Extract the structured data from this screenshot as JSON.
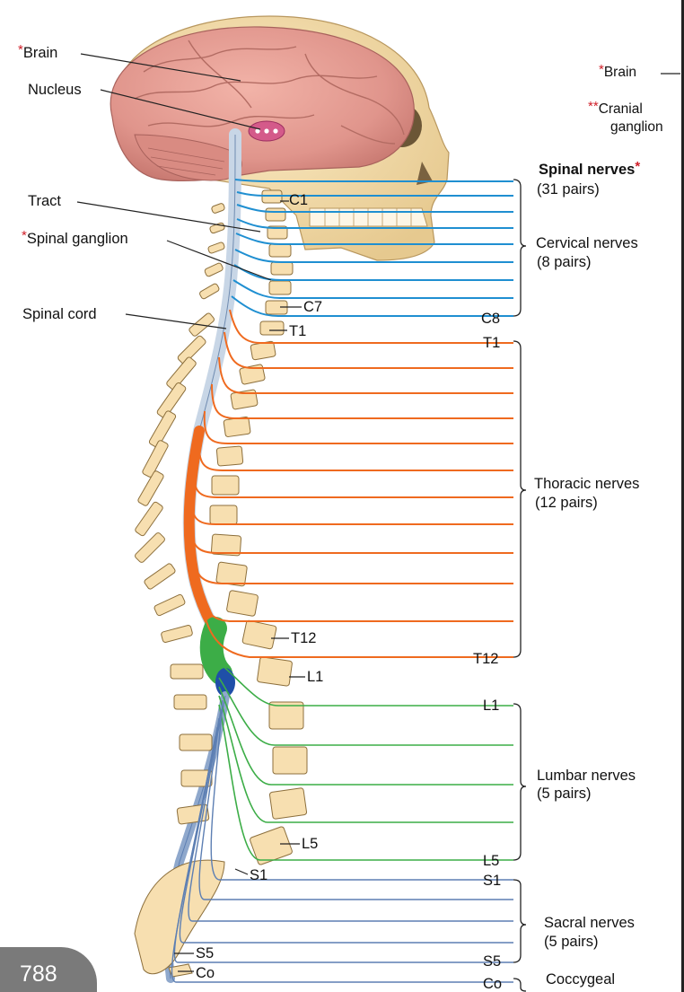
{
  "colors": {
    "cervical": "#1f8fd1",
    "thoracic": "#ef6a1f",
    "lumbar": "#3cad47",
    "sacral": "#5d7fb3",
    "star": "#d0202a",
    "bone": "#f7dfb0",
    "brain": "#e39a93"
  },
  "left_labels": {
    "brain": "Brain",
    "nucleus": "Nucleus",
    "tract": "Tract",
    "spinal_ganglion": "Spinal ganglion",
    "spinal_cord": "Spinal cord"
  },
  "right_top": {
    "brain": "Brain",
    "cranial_1": "Cranial",
    "cranial_2": "ganglion"
  },
  "groups": {
    "spinal_title": "Spinal nerves",
    "spinal_pairs": "(31 pairs)",
    "cervical_title": "Cervical nerves",
    "cervical_pairs": "(8 pairs)",
    "thoracic_title": "Thoracic nerves",
    "thoracic_pairs": "(12 pairs)",
    "lumbar_title": "Lumbar nerves",
    "lumbar_pairs": "(5 pairs)",
    "sacral_title": "Sacral nerves",
    "sacral_pairs": "(5 pairs)",
    "coccygeal_title": "Coccygeal"
  },
  "vertebra_labels": {
    "c1": "C1",
    "c7": "C7",
    "t1": "T1",
    "t12": "T12",
    "l1": "L1",
    "l5": "L5",
    "s1": "S1",
    "s5": "S5",
    "co": "Co"
  },
  "nerve_end_labels": {
    "c8": "C8",
    "t1": "T1",
    "t12": "T12",
    "l1": "L1",
    "l5": "L5",
    "s1": "S1",
    "s5": "S5",
    "co": "Co"
  },
  "page_number": "788"
}
